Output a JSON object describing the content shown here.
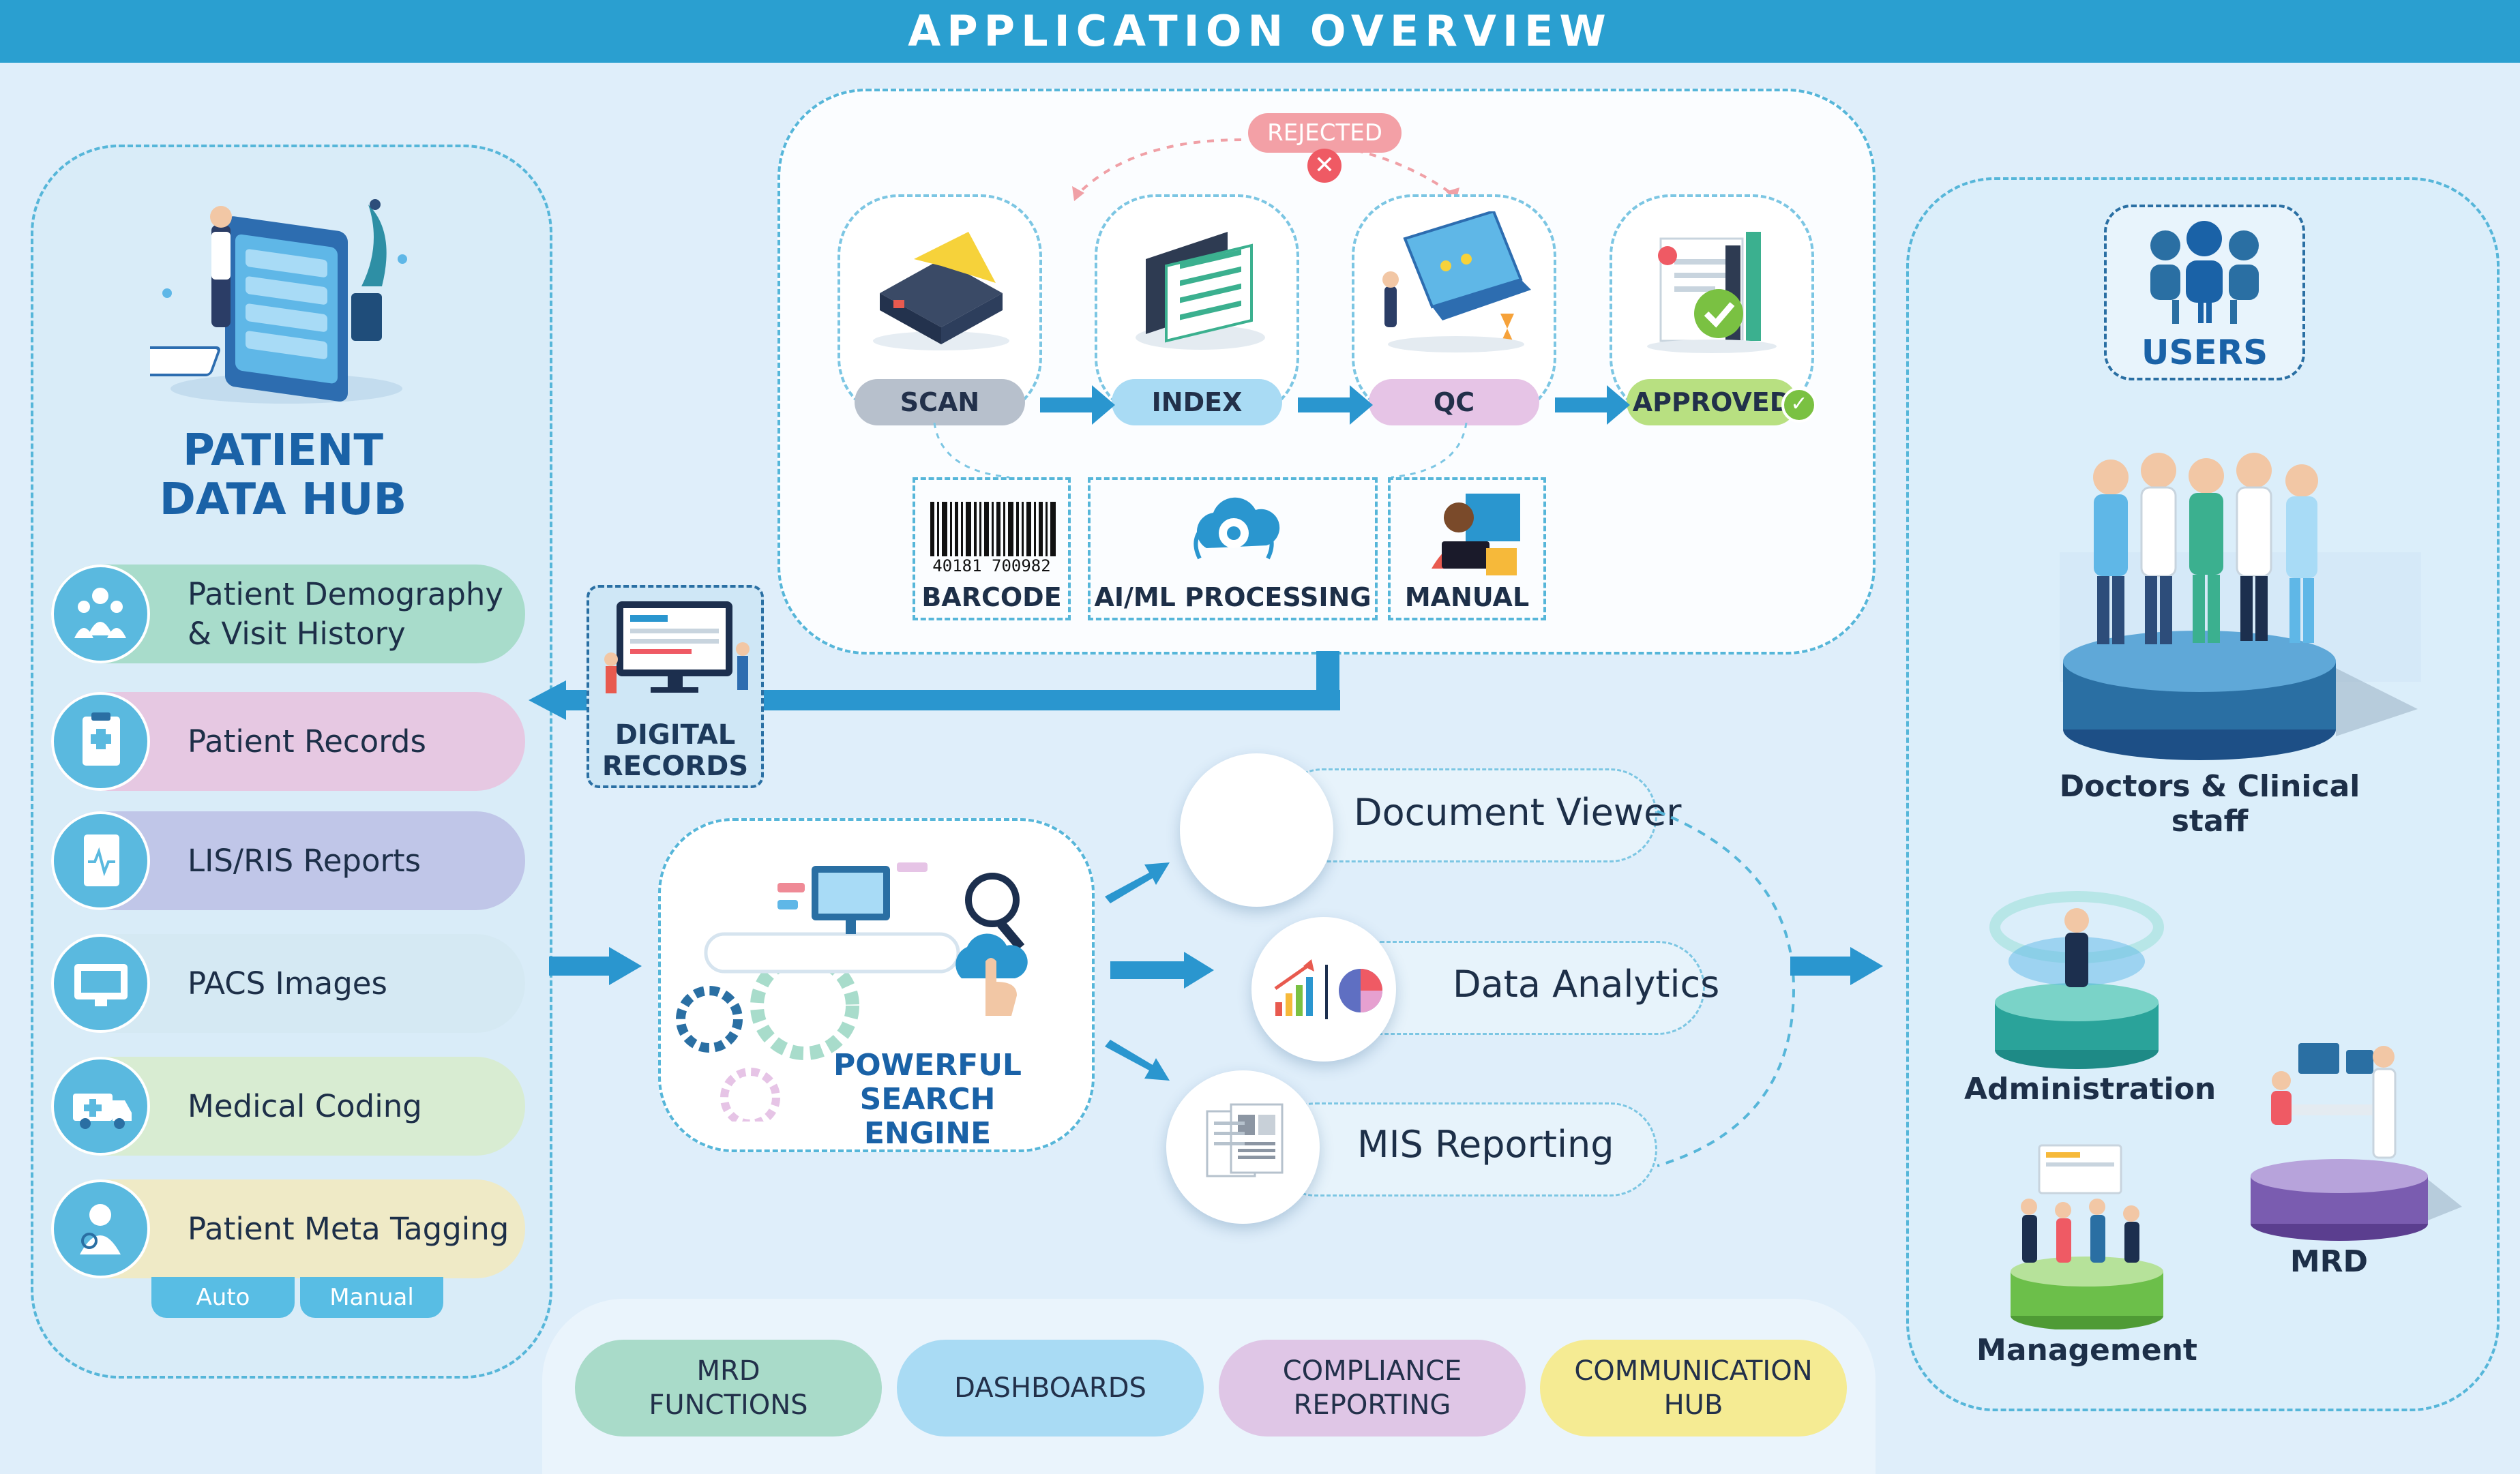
{
  "header": {
    "title": "APPLICATION OVERVIEW"
  },
  "patient_hub": {
    "title_line1": "PATIENT",
    "title_line2": "DATA HUB",
    "items": [
      {
        "label": "Patient Demography & Visit History",
        "icon": "family-icon",
        "color": "#a8dccb"
      },
      {
        "label": "Patient Records",
        "icon": "clipboard-icon",
        "color": "#e6c8e2"
      },
      {
        "label": "LIS/RIS Reports",
        "icon": "report-icon",
        "color": "#c0c6e8"
      },
      {
        "label": "PACS Images",
        "icon": "xray-icon",
        "color": "#d5e9f3"
      },
      {
        "label": "Medical Coding",
        "icon": "ambulance-icon",
        "color": "#d8ecd2"
      },
      {
        "label": "Patient Meta Tagging",
        "icon": "doctor-icon",
        "color": "#efeac6"
      }
    ],
    "tags": [
      "Auto",
      "Manual"
    ]
  },
  "workflow": {
    "rejected": "REJECTED",
    "stages": [
      {
        "label": "SCAN",
        "color": "#b7c0cc"
      },
      {
        "label": "INDEX",
        "color": "#a9dbf4"
      },
      {
        "label": "QC",
        "color": "#e6c4e6"
      },
      {
        "label": "APPROVED",
        "color": "#b8e081"
      }
    ],
    "methods": [
      "BARCODE",
      "AI/ML PROCESSING",
      "MANUAL"
    ],
    "barcode_number": "40181 700982"
  },
  "digital_records": {
    "line1": "DIGITAL",
    "line2": "RECORDS"
  },
  "search_engine": {
    "line1": "POWERFUL",
    "line2": "SEARCH ENGINE"
  },
  "outputs": [
    "Document Viewer",
    "Data Analytics",
    "MIS Reporting"
  ],
  "bottom": [
    {
      "line1": "MRD",
      "line2": "FUNCTIONS",
      "color": "#a9dbc9"
    },
    {
      "line1": "DASHBOARDS",
      "line2": "",
      "color": "#a9dbf4"
    },
    {
      "line1": "COMPLIANCE",
      "line2": "REPORTING",
      "color": "#dfc6e6"
    },
    {
      "line1": "COMMUNICATION",
      "line2": "HUB",
      "color": "#f5eb93"
    }
  ],
  "users": {
    "title": "USERS",
    "roles": [
      "Doctors & Clinical staff",
      "Administration",
      "MRD",
      "Management"
    ]
  }
}
